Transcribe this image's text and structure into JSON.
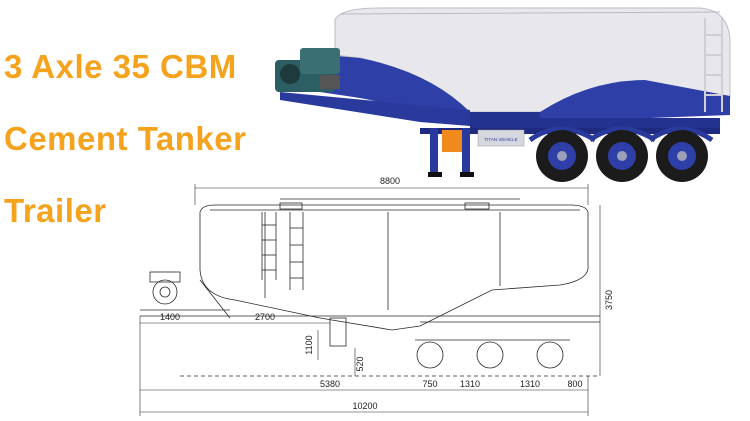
{
  "title": {
    "line1": "3 Axle 35 CBM",
    "line2": "Cement Tanker",
    "line3": "Trailer"
  },
  "photo": {
    "brand_plate": "TITAN VEHICLE",
    "colors": {
      "tank": "#e6e6ea",
      "frame": "#2a3a9c",
      "orange": "#f08a1c",
      "tire": "#1b1b1b"
    }
  },
  "drawing": {
    "dimensions": {
      "tank_length": "8800",
      "height": "3750",
      "front_overhang": "1400",
      "kingpin_to_tank": "2700",
      "fifth_wheel_height": "1100",
      "discharge_height": "520",
      "kingpin_to_axle": "5380",
      "axle_offset": "750",
      "axle_spacing_1": "1310",
      "axle_spacing_2": "1310",
      "rear_overhang": "800",
      "total_length": "10200"
    }
  }
}
